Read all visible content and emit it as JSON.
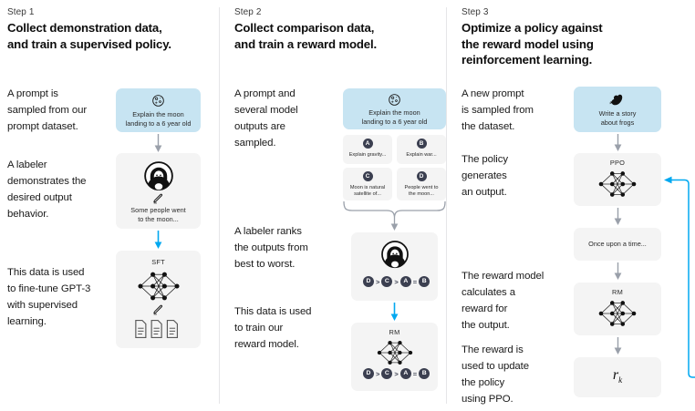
{
  "theme": {
    "accent_blue": "#00a8f0",
    "prompt_box_blue": "#c7e4f2",
    "box_gray": "#f4f4f4",
    "chip_navy": "#3b3f50",
    "divider_gray": "#e6e6e8",
    "text_dark": "#1a1a1a"
  },
  "steps": [
    {
      "label": "Step 1",
      "title": "Collect demonstration data,\nand train a supervised policy.",
      "copy": [
        "A prompt is\nsampled from our\nprompt dataset.",
        "A labeler\ndemonstrates the\ndesired output\nbehavior.",
        "This data is used\nto fine-tune GPT-3\nwith supervised\nlearning."
      ],
      "nodes": [
        {
          "kind": "prompt",
          "icon": "moon-icon",
          "caption": "Explain the moon\nlanding to a 6 year old"
        },
        {
          "kind": "labeler",
          "icon": "labeler-avatar-icon",
          "caption": "Some people went\nto the moon..."
        },
        {
          "kind": "model",
          "icon": "neural-network-icon",
          "title": "SFT",
          "caption": ""
        }
      ]
    },
    {
      "label": "Step 2",
      "title": "Collect comparison data,\nand train a reward model.",
      "copy": [
        "A prompt and\nseveral model\noutputs are\nsampled.",
        "A labeler ranks\nthe outputs from\nbest to worst.",
        "This data is used\nto train our\nreward model."
      ],
      "nodes": [
        {
          "kind": "prompt",
          "icon": "moon-icon",
          "caption": "Explain the moon\nlanding to a 6 year old"
        },
        {
          "kind": "outputs",
          "items": [
            {
              "letter": "A",
              "text": "Explain gravity..."
            },
            {
              "letter": "B",
              "text": "Explain war..."
            },
            {
              "letter": "C",
              "text": "Moon is natural\nsatellite of..."
            },
            {
              "letter": "D",
              "text": "People went to\nthe moon..."
            }
          ]
        },
        {
          "kind": "labeler-rank",
          "icon": "labeler-avatar-icon",
          "ranking": [
            "D",
            ">",
            "C",
            ">",
            "A",
            "=",
            "B"
          ]
        },
        {
          "kind": "model-rank",
          "icon": "neural-network-icon",
          "title": "RM",
          "ranking": [
            "D",
            ">",
            "C",
            ">",
            "A",
            "=",
            "B"
          ]
        }
      ]
    },
    {
      "label": "Step 3",
      "title": "Optimize a policy against\nthe reward model using\nreinforcement learning.",
      "copy": [
        "A new prompt\nis sampled from\nthe dataset.",
        "The policy\ngenerates\nan output.",
        "The reward model\ncalculates a\nreward for\nthe output.",
        "The reward is\nused to update\nthe policy\nusing PPO."
      ],
      "nodes": [
        {
          "kind": "prompt",
          "icon": "frog-icon",
          "caption": "Write a story\nabout frogs"
        },
        {
          "kind": "model",
          "icon": "neural-network-icon",
          "title": "PPO",
          "caption": ""
        },
        {
          "kind": "text",
          "caption": "Once upon a time..."
        },
        {
          "kind": "model",
          "icon": "neural-network-icon",
          "title": "RM",
          "caption": ""
        },
        {
          "kind": "reward",
          "symbol": "r",
          "subscript": "k"
        }
      ]
    }
  ]
}
